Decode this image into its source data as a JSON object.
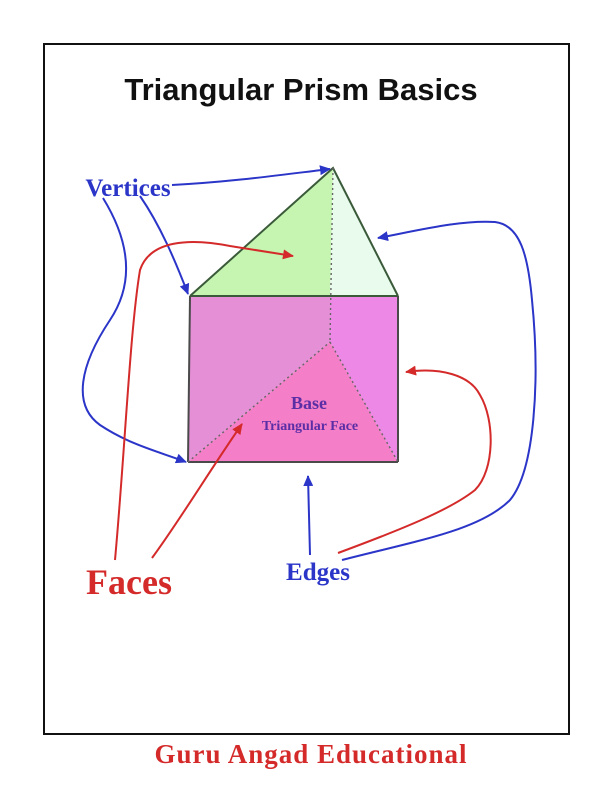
{
  "title": "Triangular Prism Basics",
  "labels": {
    "vertices": "Vertices",
    "faces": "Faces",
    "edges": "Edges",
    "base": "Base",
    "base_sub": "Triangular Face"
  },
  "footer": "Guru Angad Educational",
  "colors": {
    "edge_arrow": "#2b35c8",
    "face_arrow": "#d42a2a",
    "front_face": "#e58fd6",
    "right_face": "#ee88e6",
    "base_face": "#f47fc8",
    "top_face": "#c5f5b0",
    "top_back": "#e8fbec",
    "outline": "#3a5a3a"
  }
}
